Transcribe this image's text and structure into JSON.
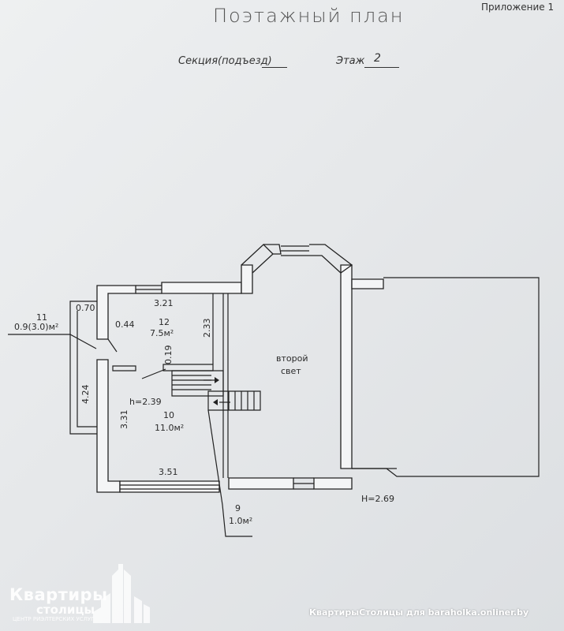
{
  "header": {
    "appendix": "Приложение 1",
    "title": "Поэтажный план",
    "section_label": "Секция(подъезд)",
    "floor_label": "Этаж",
    "floor_value": "2"
  },
  "plan": {
    "room_11_number": "11",
    "room_11_area": "0.9(3.0)м²",
    "room_12_number": "12",
    "room_12_area": "7.5м²",
    "room_10_number": "10",
    "room_10_area": "11.0м²",
    "room_9_number": "9",
    "room_9_area": "1.0м²",
    "second_light_line1": "второй",
    "second_light_line2": "свет",
    "dim_0_70": "0.70",
    "dim_3_21": "3.21",
    "dim_0_44": "0.44",
    "dim_2_33": "2.33",
    "dim_0_19": "0.19",
    "dim_4_24": "4.24",
    "dim_3_31": "3.31",
    "dim_3_51": "3.51",
    "room_height": "h=2.39",
    "floor_height": "H=2.69"
  },
  "branding": {
    "logo_main": "Квартиры",
    "logo_sub": "столицы",
    "logo_tag": "ЦЕНТР РИЭЛТЕРСКИХ УСЛУГ",
    "watermark": "КвартирыСтолицы для baraholka.onliner.by"
  }
}
